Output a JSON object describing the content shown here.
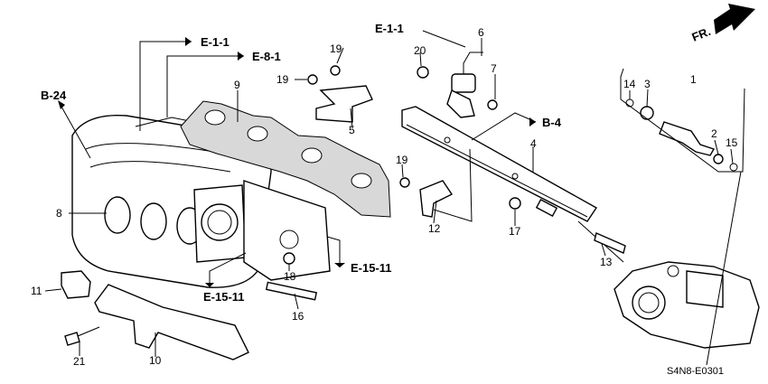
{
  "direction": {
    "text": "FR."
  },
  "drawing_code": "S4N8-E0301",
  "refs": [
    {
      "id": "ref-e11-a",
      "text": "E-1-1"
    },
    {
      "id": "ref-e81",
      "text": "E-8-1"
    },
    {
      "id": "ref-b24",
      "text": "B-24"
    },
    {
      "id": "ref-e11-b",
      "text": "E-1-1"
    },
    {
      "id": "ref-b4",
      "text": "B-4"
    },
    {
      "id": "ref-e1511-a",
      "text": "E-15-11"
    },
    {
      "id": "ref-e1511-b",
      "text": "E-15-11"
    }
  ],
  "part_numbers": [
    "1",
    "2",
    "3",
    "4",
    "5",
    "6",
    "7",
    "8",
    "9",
    "10",
    "11",
    "12",
    "13",
    "14",
    "15",
    "16",
    "17",
    "18",
    "19",
    "19",
    "19",
    "20",
    "21"
  ]
}
